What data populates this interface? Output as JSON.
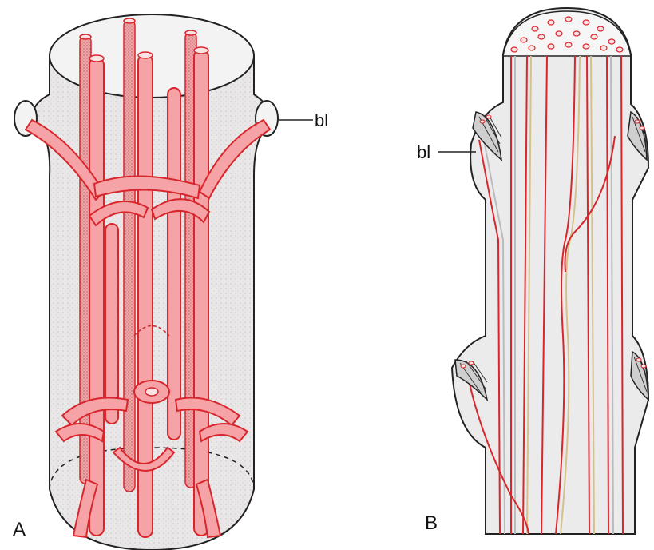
{
  "labels": {
    "panel_a": "A",
    "panel_b": "B",
    "callout_a": "bl",
    "callout_b": "bl"
  },
  "colors": {
    "vessel_fill": "#f5a3a6",
    "vessel_stroke": "#d8262d",
    "tissue_fill": "#e7e5e5",
    "outline": "#222222",
    "background": "#ffffff"
  }
}
